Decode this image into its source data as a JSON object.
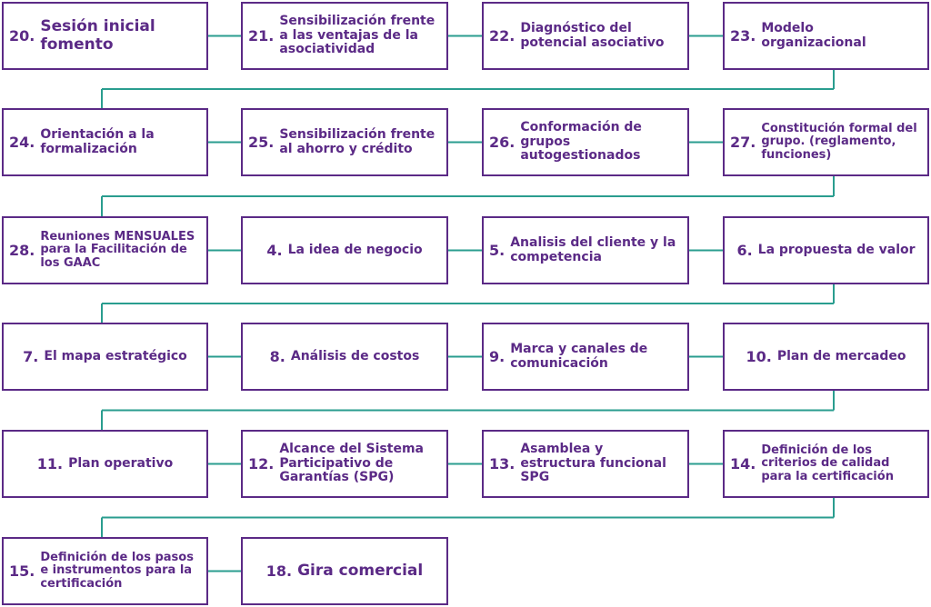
{
  "colors": {
    "box_border": "#5b2a86",
    "text": "#5b2a86",
    "connector": "#2a9d8f"
  },
  "rows": [
    [
      {
        "num": "20.",
        "text": "Sesión inicial fomento"
      },
      {
        "num": "21.",
        "text": "Sensibilización frente a las ventajas de la asociatividad"
      },
      {
        "num": "22.",
        "text": "Diagnóstico del potencial asociativo"
      },
      {
        "num": "23.",
        "text": "Modelo organizacional"
      }
    ],
    [
      {
        "num": "24.",
        "text": "Orientación a la formalización"
      },
      {
        "num": "25.",
        "text": "Sensibilización frente al ahorro y crédito"
      },
      {
        "num": "26.",
        "text": "Conformación de grupos autogestionados"
      },
      {
        "num": "27.",
        "text": "Constitución formal del grupo. (reglamento, funciones)"
      }
    ],
    [
      {
        "num": "28.",
        "text": "Reuniones MENSUALES para la Facilitación de los GAAC"
      },
      {
        "num": "4.",
        "text": "La idea de negocio"
      },
      {
        "num": "5.",
        "text": "Analisis del cliente y la competencia"
      },
      {
        "num": "6.",
        "text": "La propuesta  de valor"
      }
    ],
    [
      {
        "num": "7.",
        "text": "El mapa estratégico"
      },
      {
        "num": "8.",
        "text": "Análisis de costos"
      },
      {
        "num": "9.",
        "text": "Marca y canales de comunicación"
      },
      {
        "num": "10.",
        "text": "Plan de mercadeo"
      }
    ],
    [
      {
        "num": "11.",
        "text": "Plan operativo"
      },
      {
        "num": "12.",
        "text": "Alcance del Sistema Participativo de Garantías (SPG)"
      },
      {
        "num": "13.",
        "text": "Asamblea y estructura funcional SPG"
      },
      {
        "num": "14.",
        "text": "Definición de los criterios de calidad para la certificación"
      }
    ],
    [
      {
        "num": "15.",
        "text": "Definición de los pasos e instrumentos para la certificación"
      },
      {
        "num": "18.",
        "text": "Gira comercial"
      }
    ]
  ]
}
